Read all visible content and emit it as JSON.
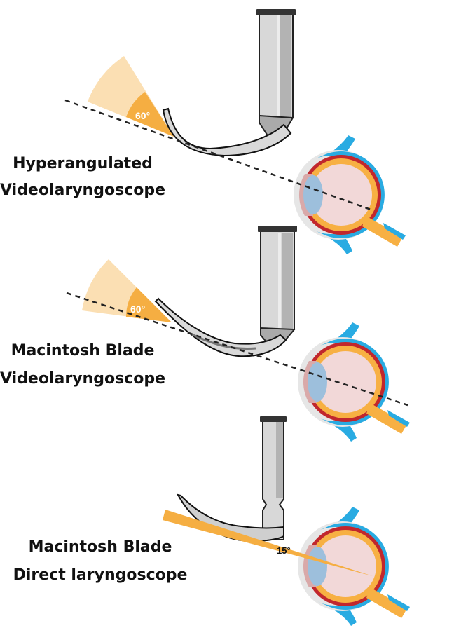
{
  "panels": [
    {
      "title_line1": "Hyperangulated",
      "title_line2": "Videolaryngoscope",
      "angle_label": "60°"
    },
    {
      "title_line1": "Macintosh Blade",
      "title_line2": "Videolaryngoscope",
      "angle_label": "60°"
    },
    {
      "title_line1": "Macintosh Blade",
      "title_line2": "Direct laryngoscope",
      "angle_label": "15°"
    }
  ],
  "colors": {
    "field_light": "#fbdfb3",
    "field_dark": "#f5ae42",
    "eye_blue": "#29abe2",
    "eye_red": "#c1272d",
    "eye_orange": "#f7b043",
    "eye_pink": "#f2d8d8",
    "lens_blue": "#9dbfdc",
    "metal": "#d4d4d4"
  }
}
